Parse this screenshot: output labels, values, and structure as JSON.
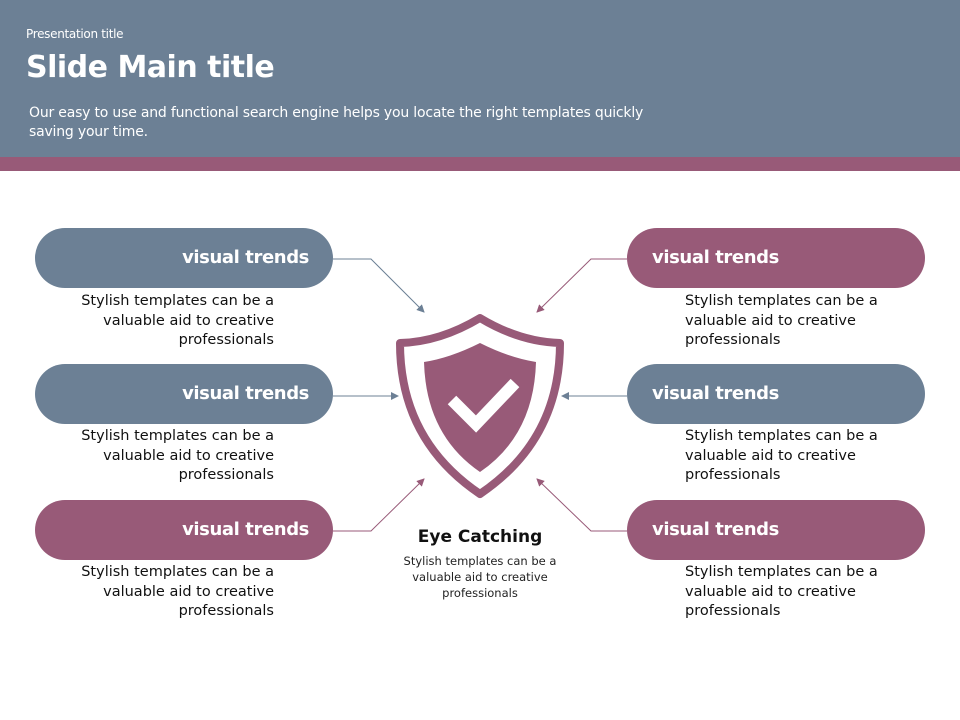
{
  "header": {
    "presentation_title": "Presentation title",
    "main_title": "Slide Main title",
    "subtitle": "Our easy to use and functional search engine helps you locate the right templates quickly saving your time."
  },
  "colors": {
    "slate": "#6C8095",
    "mauve": "#985A78"
  },
  "center": {
    "icon": "shield-check-icon",
    "title": "Eye Catching",
    "text": "Stylish templates can be a valuable aid to creative professionals"
  },
  "items": [
    {
      "label": "visual trends",
      "text": "Stylish templates can be a valuable aid to creative professionals",
      "color": "slate"
    },
    {
      "label": "visual trends",
      "text": "Stylish templates can be a valuable aid to creative professionals",
      "color": "slate"
    },
    {
      "label": "visual trends",
      "text": "Stylish templates can be a valuable aid to creative professionals",
      "color": "mauve"
    },
    {
      "label": "visual trends",
      "text": "Stylish templates can be a valuable aid to creative professionals",
      "color": "mauve"
    },
    {
      "label": "visual trends",
      "text": "Stylish templates can be a valuable aid to creative professionals",
      "color": "slate"
    },
    {
      "label": "visual trends",
      "text": "Stylish templates can be a valuable aid to creative professionals",
      "color": "mauve"
    }
  ]
}
